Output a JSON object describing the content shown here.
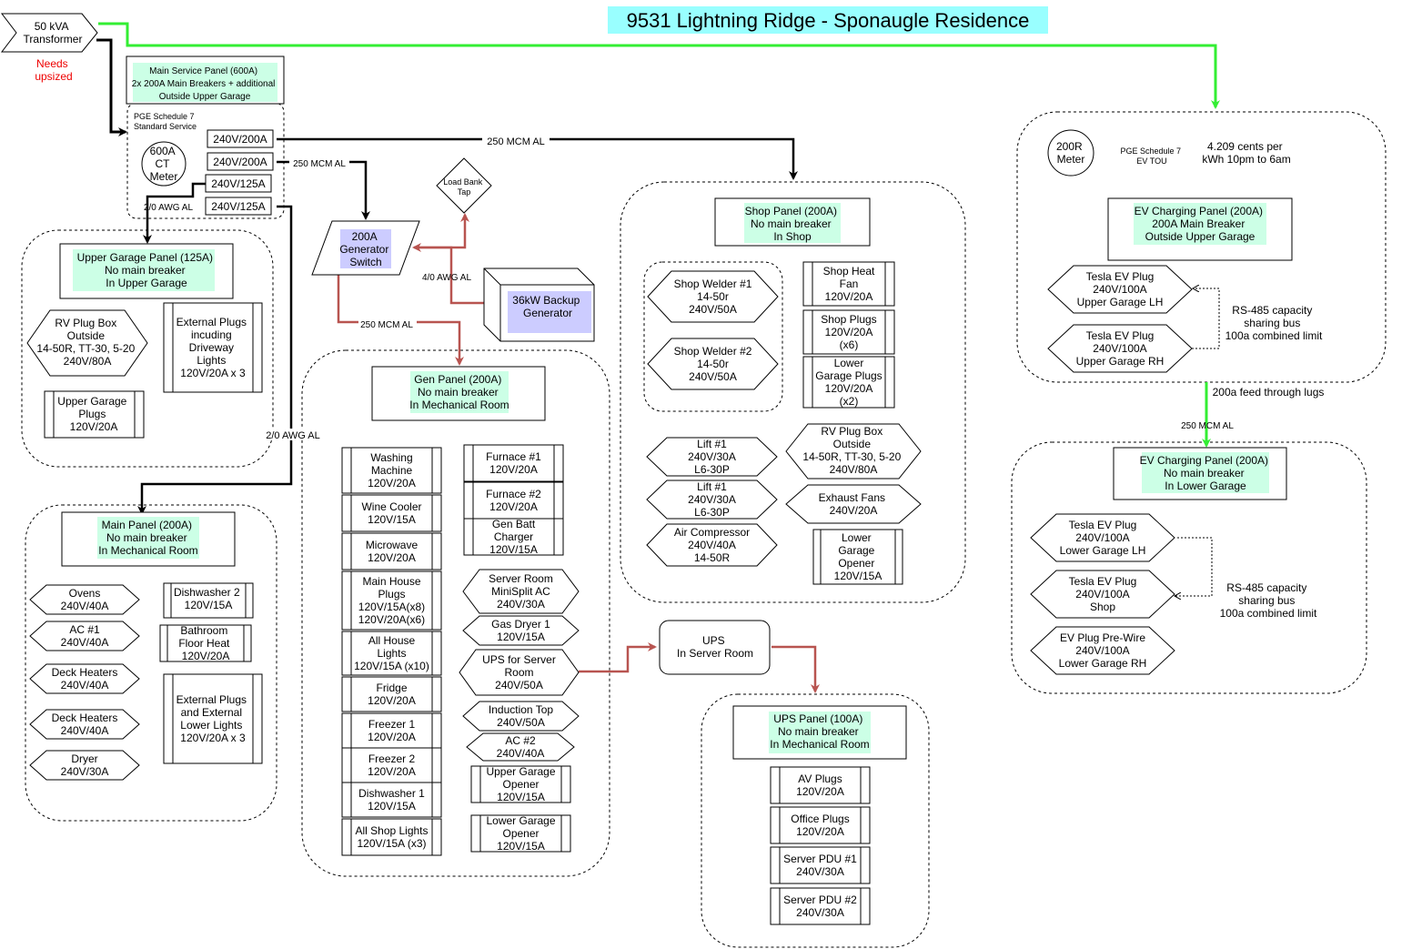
{
  "title": "9531 Lightning Ridge - Sponaugle Residence",
  "colors": {
    "title_bg": "#99ffff",
    "green_wire": "#33ee33",
    "gen_wire": "#b85450",
    "panel_label_bg": "#ccffe6",
    "generator_bg": "#ccccff",
    "warning_text": "#ee0000"
  },
  "transformer": {
    "lines": [
      "50 kVA",
      "Transformer"
    ],
    "note": [
      "Needs",
      "upsized"
    ]
  },
  "main_service": {
    "lines": [
      "Main Service Panel (600A)",
      "2x 200A Main Breakers + additional",
      "Outside Upper Garage"
    ],
    "schedule": [
      "PGE Schedule 7",
      "Standard Service"
    ],
    "meter": [
      "600A",
      "CT",
      "Meter"
    ],
    "breakers": [
      "240V/200A",
      "240V/200A",
      "240V/125A",
      "240V/125A"
    ]
  },
  "wire_labels": {
    "mcm_shop": "250 MCM AL",
    "mcm_gen": "250 MCM AL",
    "awg_upper": "2/0 AWG AL",
    "awg_main": "2/0 AWG AL",
    "awg_backup": "4/0 AWG AL",
    "mcm_genpanel": "250 MCM AL",
    "feed_lugs": "200a feed through lugs",
    "mcm_ev": "250 MCM AL"
  },
  "upper_garage": {
    "panel": [
      "Upper Garage Panel (125A)",
      "No main breaker",
      "In Upper Garage"
    ],
    "rv": [
      "RV Plug Box",
      "Outside",
      "14-50R, TT-30, 5-20",
      "240V/80A"
    ],
    "external": [
      "External Plugs",
      "incuding",
      "Driveway",
      "Lights",
      "120V/20A x 3"
    ],
    "plugs": [
      "Upper Garage",
      "Plugs",
      "120V/20A"
    ]
  },
  "main_panel": {
    "panel": [
      "Main Panel (200A)",
      "No main breaker",
      "In Mechanical Room"
    ],
    "loads_left": [
      [
        "Ovens",
        "240V/40A"
      ],
      [
        "AC #1",
        "240V/40A"
      ],
      [
        "Deck Heaters",
        "240V/40A"
      ],
      [
        "Deck Heaters",
        "240V/40A"
      ],
      [
        "Dryer",
        "240V/30A"
      ]
    ],
    "dishwasher2": [
      "Dishwasher 2",
      "120V/15A"
    ],
    "bath": [
      "Bathroom",
      "Floor Heat",
      "120V/20A"
    ],
    "external": [
      "External Plugs",
      "and External",
      "Lower Lights",
      "120V/20A x 3"
    ]
  },
  "generator": {
    "switch": [
      "200A",
      "Generator",
      "Switch"
    ],
    "load_bank": [
      "Load Bank",
      "Tap"
    ],
    "backup": [
      "36kW Backup",
      "Generator"
    ]
  },
  "gen_panel": {
    "panel": [
      "Gen Panel (200A)",
      "No main breaker",
      "In Mechanical Room"
    ],
    "col1": [
      [
        "Washing",
        "Machine",
        "120V/20A"
      ],
      [
        "Wine Cooler",
        "120V/15A"
      ],
      [
        "Microwave",
        "120V/20A"
      ],
      [
        "Main House",
        "Plugs",
        "120V/15A(x8)",
        "120V/20A(x6)"
      ],
      [
        "All House",
        "Lights",
        "120V/15A (x10)"
      ],
      [
        "Fridge",
        "120V/20A"
      ],
      [
        "Freezer 1",
        "120V/20A"
      ],
      [
        "Freezer 2",
        "120V/20A"
      ],
      [
        "Dishwasher 1",
        "120V/15A"
      ],
      [
        "All Shop Lights",
        "120V/15A (x3)"
      ]
    ],
    "col2": [
      [
        "Furnace #1",
        "120V/20A"
      ],
      [
        "Furnace #2",
        "120V/20A"
      ],
      [
        "Gen Batt",
        "Charger",
        "120V/15A"
      ]
    ],
    "hex": [
      [
        "Server Room",
        "MiniSplit AC",
        "240V/30A"
      ],
      [
        "Gas Dryer 1",
        "120V/15A"
      ],
      [
        "UPS for Server",
        "Room",
        "240V/50A"
      ],
      [
        "Induction Top",
        "240V/50A"
      ],
      [
        "AC #2",
        "240V/40A"
      ]
    ],
    "openers": [
      [
        "Upper Garage",
        "Opener",
        "120V/15A"
      ],
      [
        "Lower Garage",
        "Opener",
        "120V/15A"
      ]
    ]
  },
  "shop": {
    "panel": [
      "Shop Panel (200A)",
      "No main breaker",
      "In Shop"
    ],
    "welders": [
      [
        "Shop Welder #1",
        "14-50r",
        "240V/50A"
      ],
      [
        "Shop Welder #2",
        "14-50r",
        "240V/50A"
      ]
    ],
    "right": [
      [
        "Shop Heat",
        "Fan",
        "120V/20A"
      ],
      [
        "Shop Plugs",
        "120V/20A",
        "(x6)"
      ],
      [
        "Lower",
        "Garage Plugs",
        "120V/20A",
        "(x2)"
      ]
    ],
    "lifts": [
      [
        "Lift #1",
        "240V/30A",
        "L6-30P"
      ],
      [
        "Lift #1",
        "240V/30A",
        "L6-30P"
      ],
      [
        "Air Compressor",
        "240V/40A",
        "14-50R"
      ]
    ],
    "rv": [
      "RV Plug Box",
      "Outside",
      "14-50R, TT-30, 5-20",
      "240V/80A"
    ],
    "exhaust": [
      "Exhaust Fans",
      "240V/20A"
    ],
    "opener": [
      "Lower",
      "Garage",
      "Opener",
      "120V/15A"
    ]
  },
  "ups": {
    "box": [
      "UPS",
      "In Server Room"
    ],
    "panel": [
      "UPS Panel (100A)",
      "No main breaker",
      "In Mechanical Room"
    ],
    "loads": [
      [
        "AV Plugs",
        "120V/20A"
      ],
      [
        "Office Plugs",
        "120V/20A"
      ],
      [
        "Server PDU #1",
        "240V/30A"
      ],
      [
        "Server PDU #2",
        "240V/30A"
      ]
    ]
  },
  "ev_upper": {
    "meter": [
      "200R",
      "Meter"
    ],
    "schedule": [
      "PGE Schedule 7",
      "EV TOU"
    ],
    "rate": [
      "4.209 cents per",
      "kWh 10pm to 6am"
    ],
    "panel": [
      "EV Charging Panel (200A)",
      "200A Main Breaker",
      "Outside Upper Garage"
    ],
    "plugs": [
      [
        "Tesla EV Plug",
        "240V/100A",
        "Upper Garage LH"
      ],
      [
        "Tesla EV Plug",
        "240V/100A",
        "Upper Garage RH"
      ]
    ],
    "rs485": [
      "RS-485 capacity",
      "sharing bus",
      "100a combined limit"
    ]
  },
  "ev_lower": {
    "panel": [
      "EV Charging Panel (200A)",
      "No main breaker",
      "In Lower Garage"
    ],
    "plugs": [
      [
        "Tesla EV Plug",
        "240V/100A",
        "Lower Garage LH"
      ],
      [
        "Tesla EV Plug",
        "240V/100A",
        "Shop"
      ],
      [
        "EV Plug Pre-Wire",
        "240V/100A",
        "Lower Garage RH"
      ]
    ],
    "rs485": [
      "RS-485 capacity",
      "sharing bus",
      "100a combined limit"
    ]
  }
}
